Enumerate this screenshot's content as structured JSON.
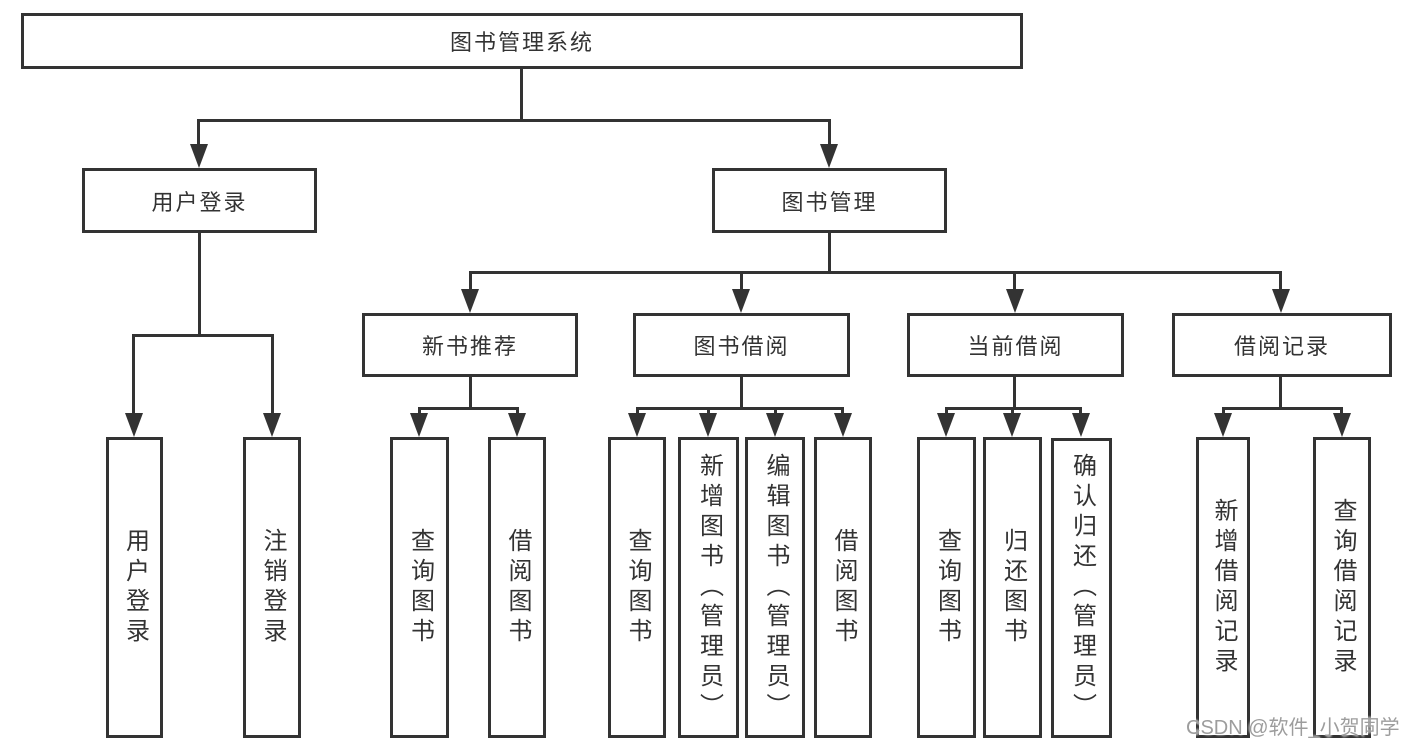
{
  "diagram": {
    "root": {
      "label": "图书管理系统"
    },
    "branches": [
      {
        "label": "用户登录",
        "children": [
          {
            "label": "用户登录"
          },
          {
            "label": "注销登录"
          }
        ]
      },
      {
        "label": "图书管理",
        "children": [
          {
            "label": "新书推荐",
            "children": [
              {
                "label": "查询图书"
              },
              {
                "label": "借阅图书"
              }
            ]
          },
          {
            "label": "图书借阅",
            "children": [
              {
                "label": "查询图书"
              },
              {
                "label": "新增图书（管理员）"
              },
              {
                "label": "编辑图书（管理员）"
              },
              {
                "label": "借阅图书"
              }
            ]
          },
          {
            "label": "当前借阅",
            "children": [
              {
                "label": "查询图书"
              },
              {
                "label": "归还图书"
              },
              {
                "label": "确认归还（管理员）"
              }
            ]
          },
          {
            "label": "借阅记录",
            "children": [
              {
                "label": "新增借阅记录"
              },
              {
                "label": "查询借阅记录"
              }
            ]
          }
        ]
      }
    ]
  },
  "watermark": {
    "text": "CSDN @软件_小贺同学"
  },
  "colors": {
    "line": "#333333",
    "box_border": "#333333",
    "text": "#333333",
    "watermark": "#9d9d9d",
    "background": "#ffffff"
  }
}
